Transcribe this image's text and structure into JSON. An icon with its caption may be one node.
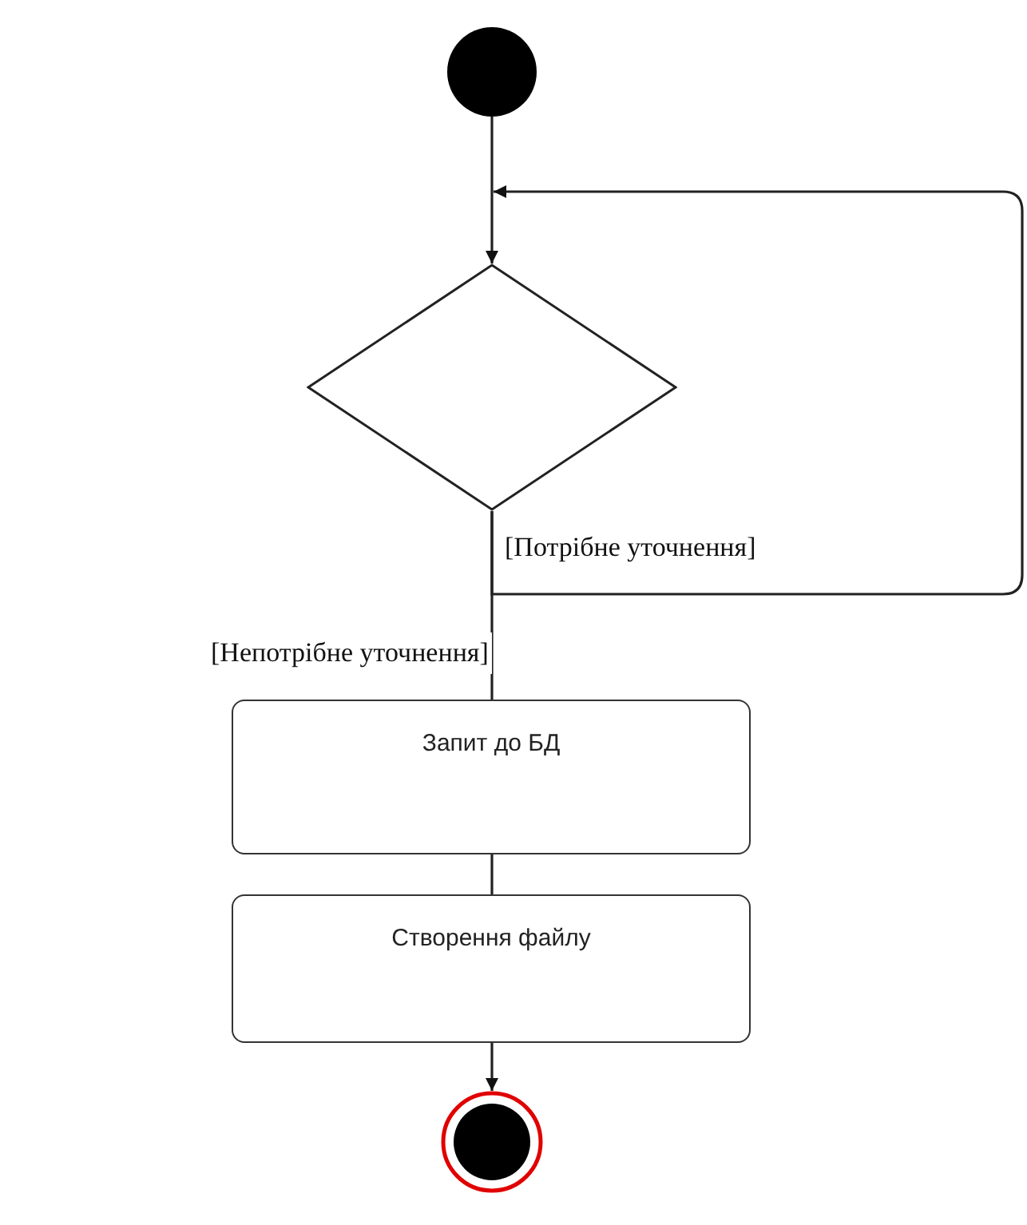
{
  "diagram": {
    "nodes": [
      {
        "text": [],
        "shape": "circle"
      },
      {
        "text": [],
        "shape": "diamond"
      },
      {
        "text": [
          "Запит до БД"
        ]
      },
      {
        "text": [
          "Створення файлу"
        ]
      },
      {
        "text": [],
        "shape": "bullseye"
      }
    ],
    "edges": [
      {
        "from": 0,
        "to": 1,
        "arrow": "to"
      },
      {
        "from": 1,
        "to": 1,
        "arrow": "to",
        "label": "[Потрібне уточнення]"
      },
      {
        "from": 1,
        "to": 2,
        "arrow": "none",
        "label": "[Непотрібне уточнення]"
      },
      {
        "from": 2,
        "to": 3,
        "arrow": "none"
      },
      {
        "from": 3,
        "to": 4,
        "arrow": "to"
      }
    ]
  }
}
